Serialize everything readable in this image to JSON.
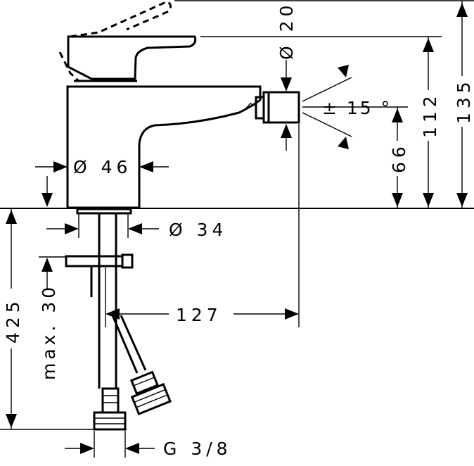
{
  "dimensions": {
    "dia_20": "Ø 20",
    "dia_46": "Ø 46",
    "dia_34": "Ø 34",
    "angle_15": "± 15 °",
    "h_66": "66",
    "h_112": "112",
    "h_135": "135",
    "len_127": "127",
    "len_425": "425",
    "max_30": "max. 30",
    "thread": "G 3/8"
  }
}
